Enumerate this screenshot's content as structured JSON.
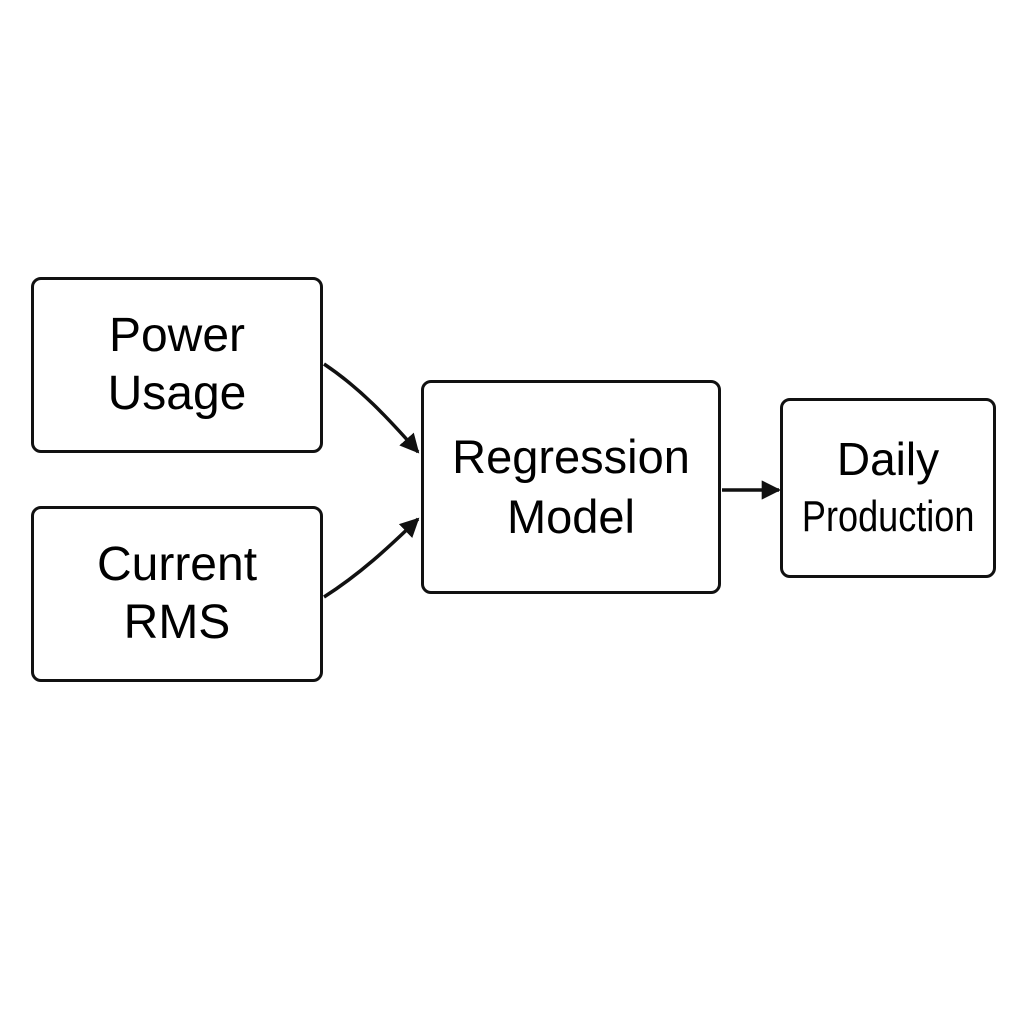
{
  "diagram": {
    "nodes": {
      "power_usage": {
        "line1": "Power",
        "line2": "Usage"
      },
      "current_rms": {
        "line1": "Current",
        "line2": "RMS"
      },
      "regression_model": {
        "line1": "Regression",
        "line2": "Model"
      },
      "daily_production": {
        "line1": "Daily",
        "line2": "Production"
      }
    },
    "edges": [
      {
        "from": "Power Usage",
        "to": "Regression Model"
      },
      {
        "from": "Current RMS",
        "to": "Regression Model"
      },
      {
        "from": "Regression Model",
        "to": "Daily Production"
      }
    ],
    "colors": {
      "stroke": "#111111",
      "background": "#ffffff"
    }
  }
}
